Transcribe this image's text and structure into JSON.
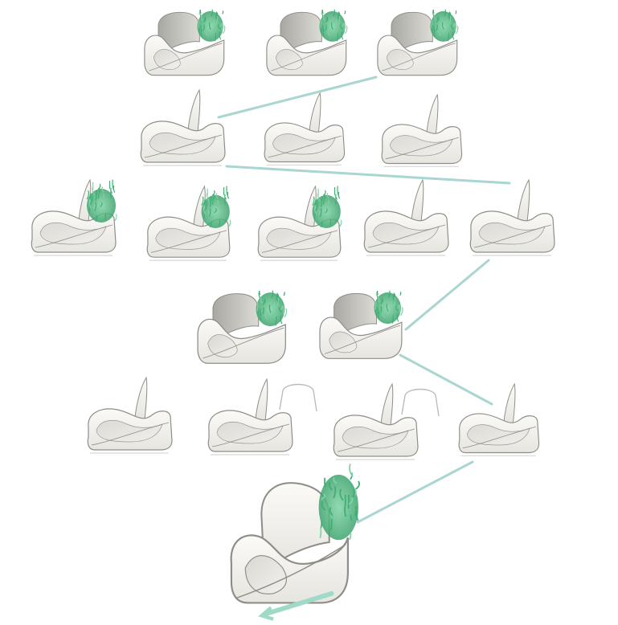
{
  "colors": {
    "background": "#ffffff",
    "connector": "#a9d6d0",
    "shell_light": "#f4f3ef",
    "shell_mid": "#e2e1dc",
    "shell_dark": "#bdbcb6",
    "outline": "#8e8d88",
    "foliage": "#3fae73",
    "foliage_light": "#7fd3a4",
    "base_arrow": "#9fd9c8"
  },
  "rows": [
    {
      "variants": [
        "planter-sculpted",
        "planter-sculpted",
        "planter-sculpted"
      ]
    },
    {
      "variants": [
        "fin-back",
        "fin-back",
        "fin-back"
      ]
    },
    {
      "variants": [
        "fin-planter",
        "fin-planter",
        "fin-planter",
        "fin-back",
        "fin-back"
      ]
    },
    {
      "variants": [
        "planter-sculpted",
        "planter-sculpted"
      ]
    },
    {
      "variants": [
        "fin-back",
        "fin-back-handle",
        "fin-back-handle",
        "fin-back"
      ]
    },
    {
      "variants": [
        "final-planter-chair"
      ]
    }
  ]
}
